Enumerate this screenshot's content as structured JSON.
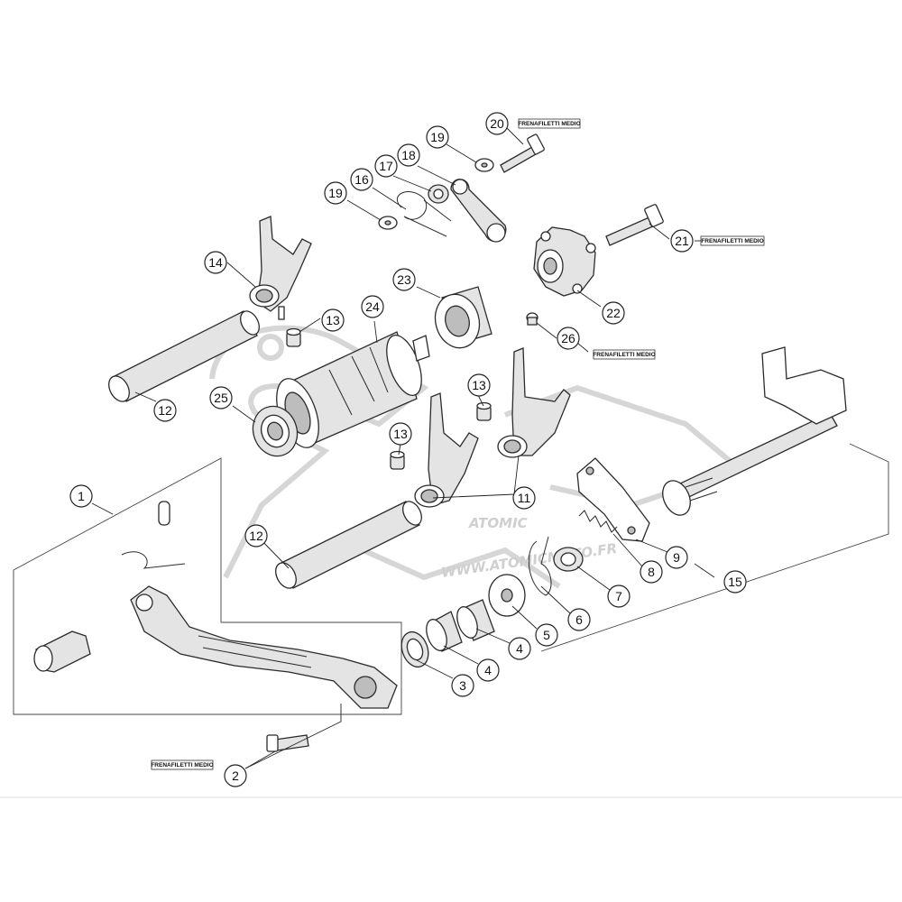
{
  "callouts": [
    {
      "label": "1"
    },
    {
      "label": "2"
    },
    {
      "label": "3"
    },
    {
      "label": "4"
    },
    {
      "label": "4"
    },
    {
      "label": "5"
    },
    {
      "label": "6"
    },
    {
      "label": "7"
    },
    {
      "label": "8"
    },
    {
      "label": "9"
    },
    {
      "label": "11"
    },
    {
      "label": "12"
    },
    {
      "label": "12"
    },
    {
      "label": "13"
    },
    {
      "label": "13"
    },
    {
      "label": "13"
    },
    {
      "label": "14"
    },
    {
      "label": "15"
    },
    {
      "label": "16"
    },
    {
      "label": "17"
    },
    {
      "label": "18"
    },
    {
      "label": "19"
    },
    {
      "label": "19"
    },
    {
      "label": "20"
    },
    {
      "label": "21"
    },
    {
      "label": "22"
    },
    {
      "label": "23"
    },
    {
      "label": "24"
    },
    {
      "label": "25"
    },
    {
      "label": "26"
    }
  ],
  "notes": {
    "thread_lock": "FRENAFILETTI MEDIO"
  },
  "watermark": {
    "brand": "ATOMIC",
    "site": "WWW.ATOMICMOTO.FR"
  }
}
